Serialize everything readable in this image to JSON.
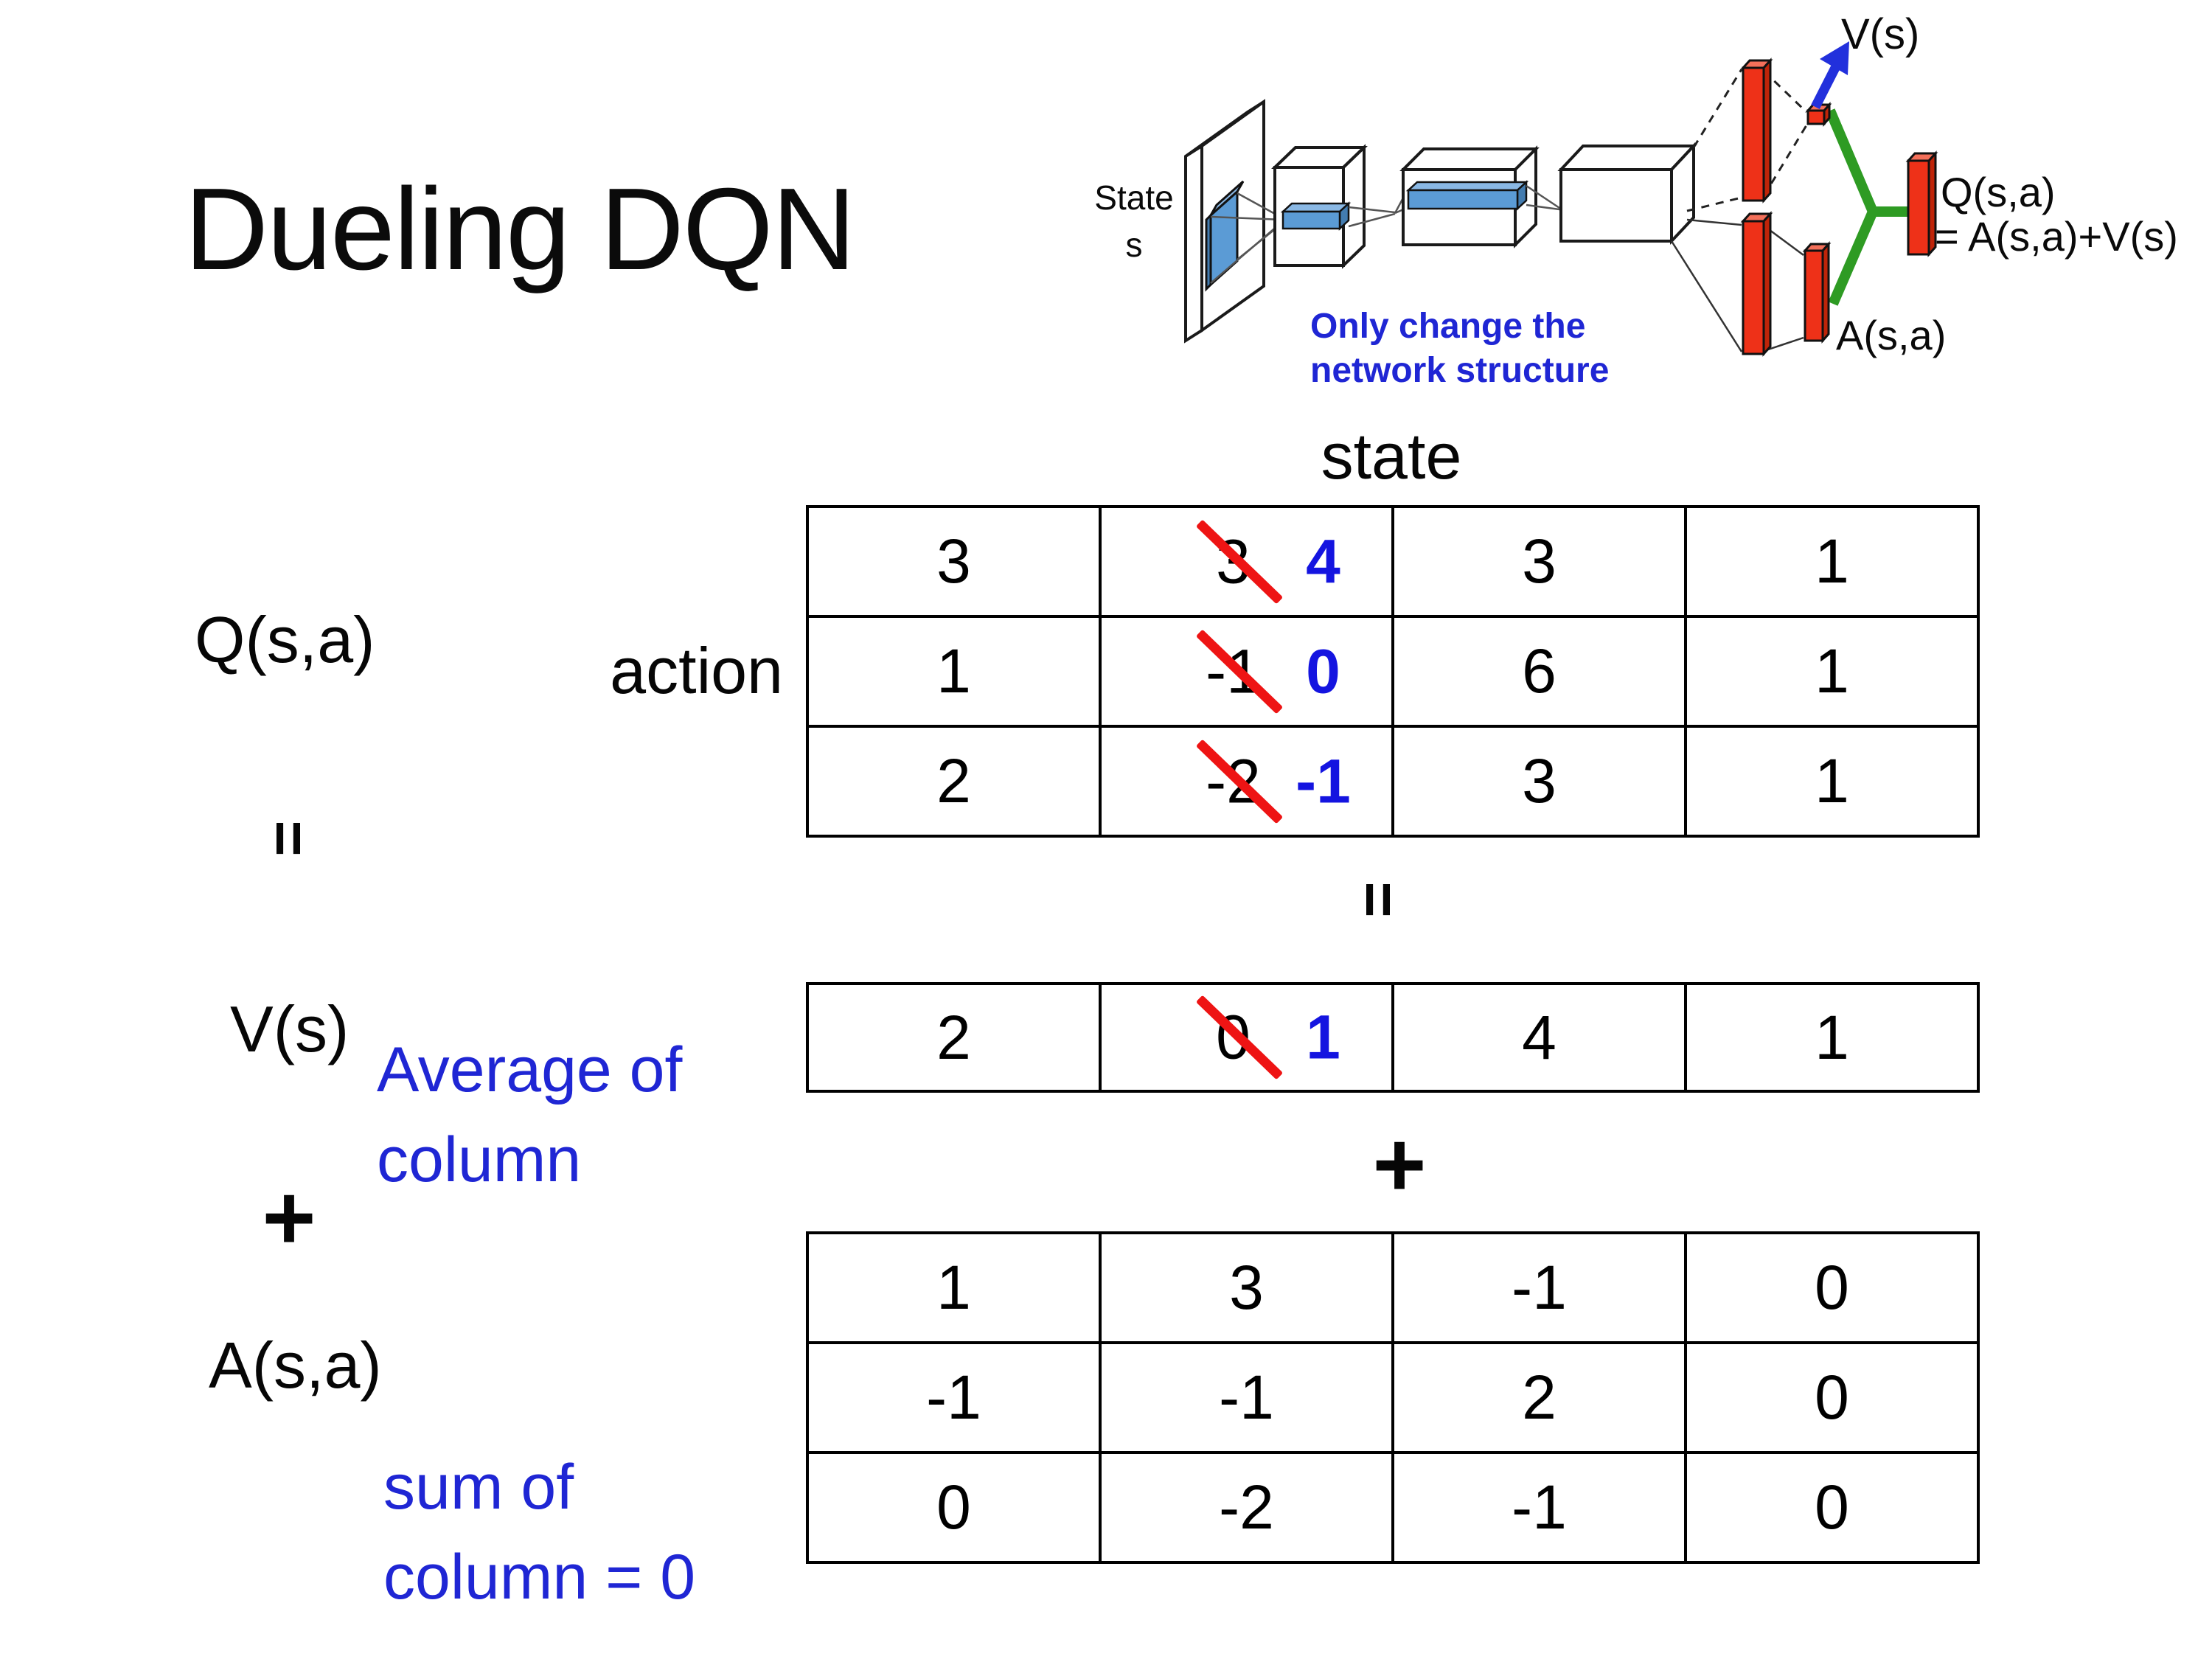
{
  "title": "Dueling DQN",
  "diagram": {
    "state_label_1": "State",
    "state_label_2": "s",
    "note_1": "Only change the",
    "note_2": "network structure",
    "v_out_label": "V(s)",
    "q_out_label_1": "Q(s,a)",
    "q_out_label_2": "= A(s,a)+V(s)",
    "a_out_label": "A(s,a)"
  },
  "matrix_section": {
    "state_header": "state",
    "action_header": "action",
    "q_label": "Q(s,a)",
    "v_label": "V(s)",
    "a_label": "A(s,a)",
    "equals": "=",
    "plus": "+",
    "note_average_1": "Average of",
    "note_average_2": "column",
    "note_sum_1": "sum of",
    "note_sum_2": "column = 0"
  },
  "tables": {
    "q": [
      [
        "3",
        {
          "old": "3",
          "new": "4"
        },
        "3",
        "1"
      ],
      [
        "1",
        {
          "old": "-1",
          "new": "0"
        },
        "6",
        "1"
      ],
      [
        "2",
        {
          "old": "-2",
          "new": "-1"
        },
        "3",
        "1"
      ]
    ],
    "v": [
      [
        "2",
        {
          "old": "0",
          "new": "1"
        },
        "4",
        "1"
      ]
    ],
    "a": [
      [
        "1",
        "3",
        "-1",
        "0"
      ],
      [
        "-1",
        "-1",
        "2",
        "0"
      ],
      [
        "0",
        "-2",
        "-1",
        "0"
      ]
    ]
  },
  "colors": {
    "annotation_blue": "#1F26D4",
    "number_blue": "#1414E0",
    "slash_red": "#EE1414",
    "bar_red": "#EE3118",
    "bar_red_dark": "#BF2409",
    "bar_red_light": "#F4705A",
    "conv_blue": "#5B9BD5",
    "conv_blue_light": "#8AB8E4",
    "conv_blue_dark": "#437CB0",
    "combiner_green": "#2E9B23",
    "arrow_blue": "#2230DC"
  }
}
